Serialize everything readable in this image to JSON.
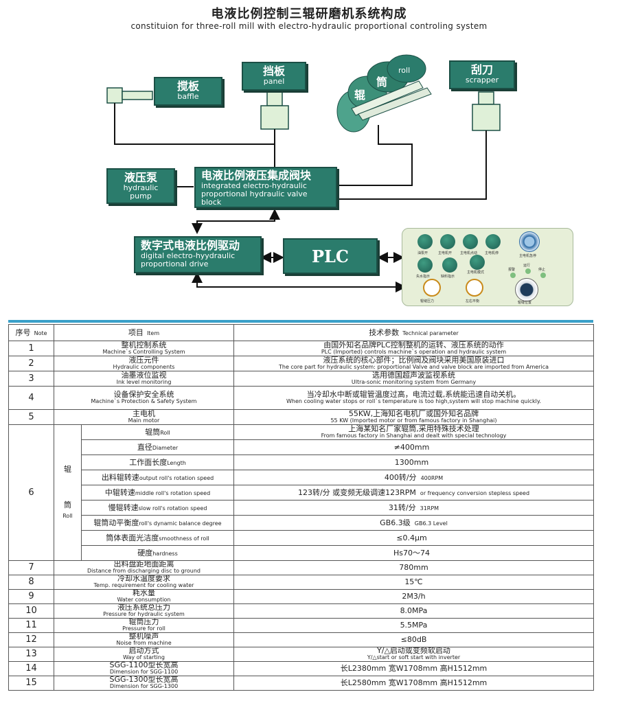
{
  "title": {
    "cn": "电液比例控制三辊研磨机系统构成",
    "en": "constituion for three-roll mill with electro-hydraulic proportional controling system"
  },
  "diagram": {
    "baffle": {
      "cn": "搅板",
      "en": "baffle"
    },
    "panel": {
      "cn": "挡板",
      "en": "panel"
    },
    "roll": {
      "cn1": "辊",
      "cn2": "筒",
      "en": "roll"
    },
    "scrapper": {
      "cn": "刮刀",
      "en": "scrapper"
    },
    "pump": {
      "cn": "液压泵",
      "en1": "hydraulic",
      "en2": "pump"
    },
    "valve": {
      "cn": "电液比例液压集成阀块",
      "en1": "integrated electro-hydraulic",
      "en2": "proportional hydraulic valve",
      "en3": "block"
    },
    "drive": {
      "cn": "数字式电液比例驱动",
      "en1": "digital electro-hyydraulic",
      "en2": "proportional drive"
    },
    "plc": "PLC",
    "control_panel": {
      "knobs": [
        "油泵开",
        "主电机开",
        "主电机点动",
        "主电机停",
        "主电机急停"
      ],
      "row2": [
        "失水指示",
        "缺料指示",
        "主电机模式"
      ],
      "dials": [
        "辊缝压力",
        "左右平衡",
        "辊缝位置"
      ],
      "leds": [
        "报警",
        "运行",
        "停止"
      ]
    }
  },
  "table": {
    "headers": {
      "no_cn": "序号",
      "no_en": "Note",
      "item_cn": "项目",
      "item_en": "Item",
      "param_cn": "技术参数",
      "param_en": "Technical parameter"
    },
    "rows_top": [
      {
        "no": "1",
        "item_cn": "整机控制系统",
        "item_en": "Machine`s Controlling System",
        "p1": "由国外知名品牌PLC控制整机的运转、液压系统的动作",
        "p2": "PLC (Imported) controls machine`s operation and hydraulic system"
      },
      {
        "no": "2",
        "item_cn": "液压元件",
        "item_en": "Hydraulic components",
        "p1": "液压系统的核心部件；比例阀及阀块采用美国原装进口",
        "p2": "The core part for hydraulic system: proportional Valve and valve block are imported from America"
      },
      {
        "no": "3",
        "item_cn": "油墨液位监视",
        "item_en": "Ink level monitoring",
        "p1": "选用德国超声波监视系统",
        "p2": "Ultra-sonic monitoring system from Germany"
      },
      {
        "no": "4",
        "item_cn": "设备保护安全系统",
        "item_en": "Machine`s Protection & Safety System",
        "p1": "当冷却水中断或辊管温度过高，电流过载,系统能迅速自动关机。",
        "p2": "When cooling water stops or roll`s temperature is too high,system will stop machine quickly."
      },
      {
        "no": "5",
        "item_cn": "主电机",
        "item_en": "Main motor",
        "p1": "55KW,上海知名电机厂或国外知名品牌",
        "p2": "55 KW (Imported motor or from famous factory in Shanghai)"
      }
    ],
    "roll_group": {
      "no": "6",
      "label_cn1": "辊",
      "label_cn2": "筒",
      "label_en": "Roll",
      "rows": [
        {
          "item_cn": "辊筒",
          "item_en": "Roll",
          "p1": "上海某知名厂家辊筒,采用特殊技术处理",
          "p2": "From famous factory in Shanghai and dealt with special technology"
        },
        {
          "item_cn": "直径",
          "item_en": "Diameter",
          "p1": "≠400mm",
          "p2": ""
        },
        {
          "item_cn": "工作面长度",
          "item_en": "Length",
          "p1": "1300mm",
          "p2": ""
        },
        {
          "item_cn": "出料辊转速",
          "item_en": "output roll's rotation speed",
          "p1": "400转/分",
          "p2": "400RPM"
        },
        {
          "item_cn": "中辊转速",
          "item_en": "middle roll's rotation speed",
          "p1": "123转/分 或变频无级调速123RPM",
          "p2": "or frequency conversion stepless speed"
        },
        {
          "item_cn": "慢辊转速",
          "item_en": "slow roll's rotation speed",
          "p1": "31转/分",
          "p2": "31RPM"
        },
        {
          "item_cn": "辊筒动平衡度",
          "item_en": "roll's dynamic balance degree",
          "p1": "GB6.3级",
          "p2": "GB6.3 Level"
        },
        {
          "item_cn": "筒体表面光洁度",
          "item_en": "smoothness of roll",
          "p1": "≤0.4μm",
          "p2": ""
        },
        {
          "item_cn": "硬度",
          "item_en": "hardness",
          "p1": "Hs70～74",
          "p2": ""
        }
      ]
    },
    "rows_bottom": [
      {
        "no": "7",
        "item_cn": "出料盘距地面距离",
        "item_en": "Distance from discharging disc to ground",
        "p1": "780mm",
        "p2": ""
      },
      {
        "no": "8",
        "item_cn": "冷却水温度要求",
        "item_en": "Temp. requirement for cooling water",
        "p1": "15℃",
        "p2": ""
      },
      {
        "no": "9",
        "item_cn": "耗水量",
        "item_en": "Water consumption",
        "p1": "2M3/h",
        "p2": ""
      },
      {
        "no": "10",
        "item_cn": "液压系统总压力",
        "item_en": "Pressure for hydraulic system",
        "p1": "8.0MPa",
        "p2": ""
      },
      {
        "no": "11",
        "item_cn": "辊筒压力",
        "item_en": "Pressure for roll",
        "p1": "5.5MPa",
        "p2": ""
      },
      {
        "no": "12",
        "item_cn": "整机噪声",
        "item_en": "Noise from machine",
        "p1": "≤80dB",
        "p2": ""
      },
      {
        "no": "13",
        "item_cn": "启动方式",
        "item_en": "Way of starting",
        "p1": "Y/△启动或变频软启动",
        "p2": "Y/△start or soft start with inverter"
      },
      {
        "no": "14",
        "item_cn": "SGG-1100型长宽高",
        "item_en": "Dimension for SGG-1100",
        "p1": "长L2380mm 宽W1708mm 高H1512mm",
        "p2": ""
      },
      {
        "no": "15",
        "item_cn": "SGG-1300型长宽高",
        "item_en": "Dimension for SGG-1300",
        "p1": "长L2580mm 宽W1708mm 高H1512mm",
        "p2": ""
      }
    ]
  }
}
